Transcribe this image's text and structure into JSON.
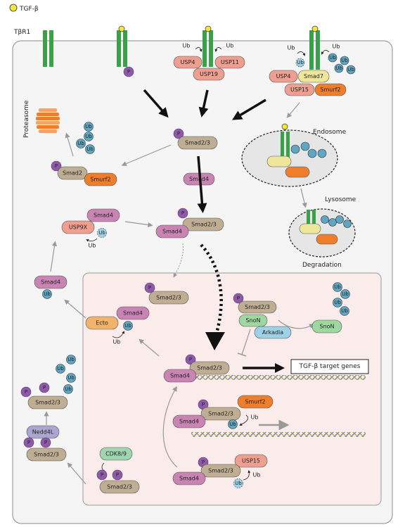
{
  "legend": {
    "ligand_label": "TGF-β"
  },
  "labels": {
    "receptor": "TβR1",
    "proteasome": "Proteasome",
    "endosome": "Endosome",
    "lysosome": "Lysosome",
    "degradation": "Degradation",
    "target_genes": "TGF-β target genes"
  },
  "proteins": {
    "p": "P",
    "ub": "Ub",
    "smad23": "Smad2/3",
    "smad2": "Smad2",
    "smad4": "Smad4",
    "smad7": "Smad7",
    "smurf2": "Smurf2",
    "usp4": "USP4",
    "usp11": "USP11",
    "usp15": "USP15",
    "usp19": "USP19",
    "usp9x": "USP9X",
    "ecto": "Ecto",
    "snon": "SnoN",
    "arkadia": "Arkadia",
    "nedd4l": "Nedd4L",
    "cdk89": "CDK8/9"
  },
  "colors": {
    "receptor": "#3aa14a",
    "ligand": "#f2e63a",
    "phospho": "#8c5aa6",
    "ubiquitin": "#5ea6c2",
    "smad23": "#bfae93",
    "smad4": "#c984b4",
    "usp": "#ee9f90",
    "smurf2": "#ee7e2b",
    "smad7": "#eee79b",
    "snon": "#9ed8a0",
    "arkadia": "#9ed1e6",
    "ecto": "#f2b36d",
    "nedd4l": "#a9a6cf",
    "cdk89": "#9fd6b1",
    "nucleus": "#fbecec",
    "cell": "#f5f5f5",
    "endosome": "#e6e6e6"
  }
}
